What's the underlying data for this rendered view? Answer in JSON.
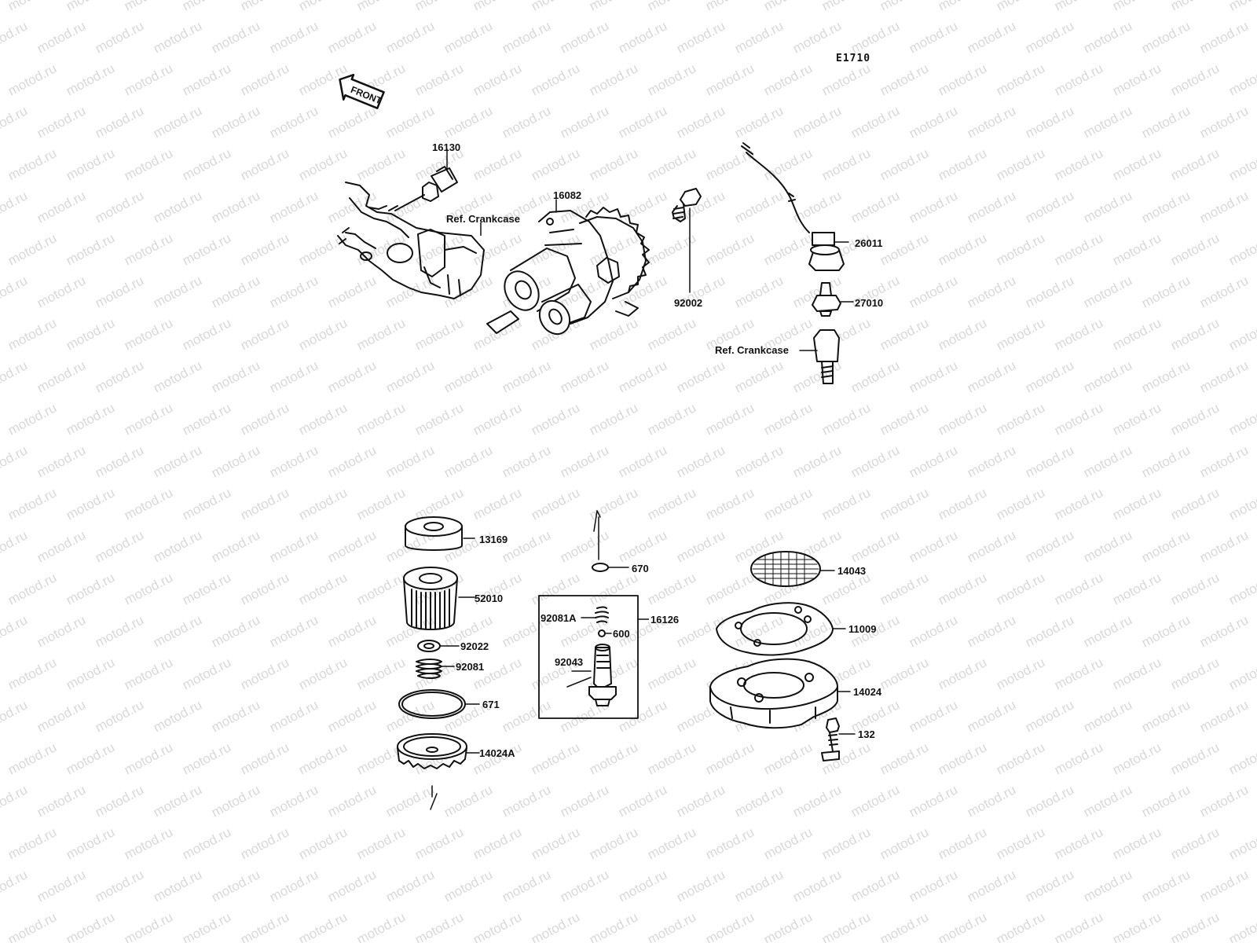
{
  "diagram_code": "E1710",
  "watermark": "motod.ru",
  "front_label": "FRONT",
  "labels": {
    "p16130": "16130",
    "p16082": "16082",
    "ref_crankcase_1": "Ref. Crankcase",
    "p92002": "92002",
    "p26011": "26011",
    "p27010": "27010",
    "ref_crankcase_2": "Ref. Crankcase",
    "p13169": "13169",
    "p52010": "52010",
    "p92022": "92022",
    "p92081": "92081",
    "p671": "671",
    "p14024A": "14024A",
    "p670": "670",
    "p92081A": "92081A",
    "p16126": "16126",
    "p600": "600",
    "p92043": "92043",
    "p14043": "14043",
    "p11009": "11009",
    "p14024": "14024",
    "p132": "132"
  }
}
